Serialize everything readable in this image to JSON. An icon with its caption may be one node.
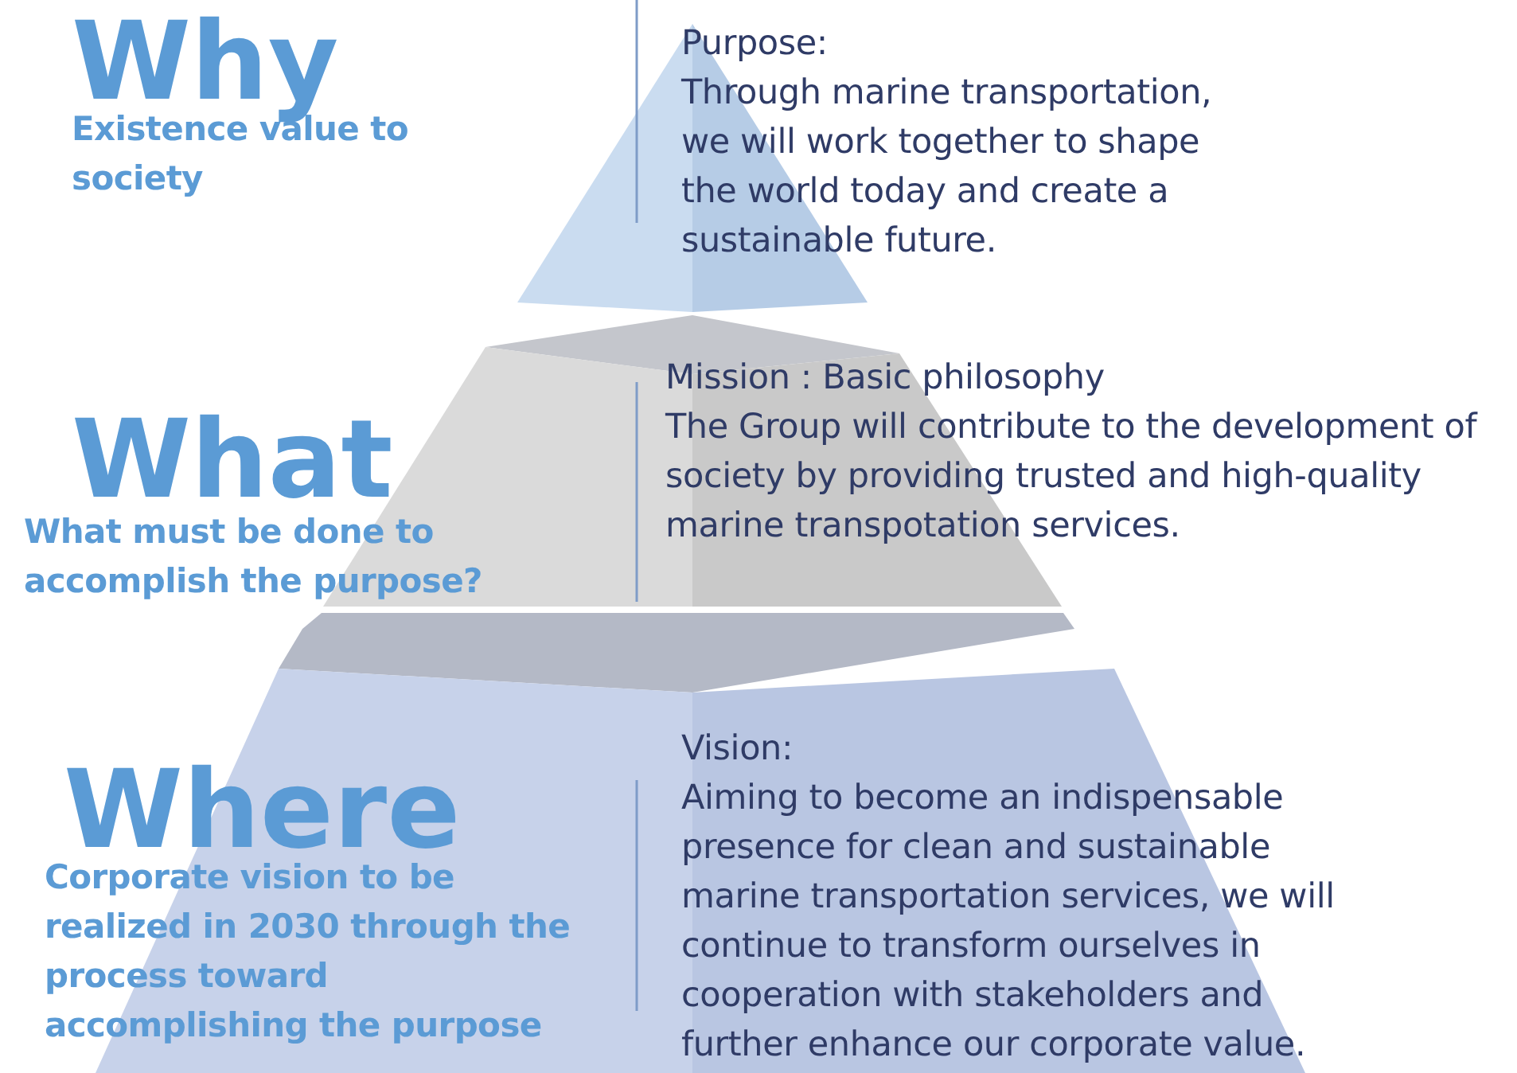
{
  "diagram": {
    "nodes": [
      {
        "text": [
          "Why",
          "Existence value to society",
          "Purpose:",
          "Through marine transportation, we will work together to shape the world today and create a sustainable future."
        ]
      },
      {
        "text": [
          "What",
          "What must be done to accomplish the purpose?",
          "Mission : Basic philosophy",
          "The Group will contribute to the development of society by providing trusted and high-quality marine transpotation services."
        ]
      },
      {
        "text": [
          "Where",
          "Corporate vision to be realized in 2030 through the process toward accomplishing the purpose",
          "Vision:",
          "Aiming to become an indispensable presence for clean and sustainable marine transportation services, we will continue to transform ourselves in cooperation with stakeholders and further enhance our corporate value."
        ]
      }
    ],
    "edges": []
  }
}
